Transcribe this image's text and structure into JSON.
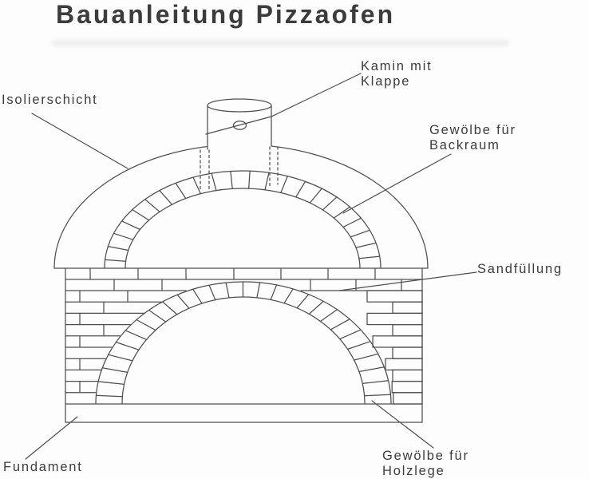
{
  "title": "Bauanleitung Pizzaofen",
  "colors": {
    "line": "#4f4f4f",
    "text": "#3c3c3c",
    "background": "#fdfdfd",
    "ghost_band": "#ebebeb"
  },
  "labels": {
    "isolierschicht": {
      "text": "Isolierschicht"
    },
    "kamin": {
      "line1": "Kamin mit",
      "line2": "Klappe"
    },
    "backraum": {
      "line1": "Gewölbe für",
      "line2": "Backraum"
    },
    "sandfuellung": {
      "text": "Sandfüllung"
    },
    "fundament": {
      "text": "Fundament"
    },
    "holzlege": {
      "line1": "Gewölbe für",
      "line2": "Holzlege"
    }
  }
}
